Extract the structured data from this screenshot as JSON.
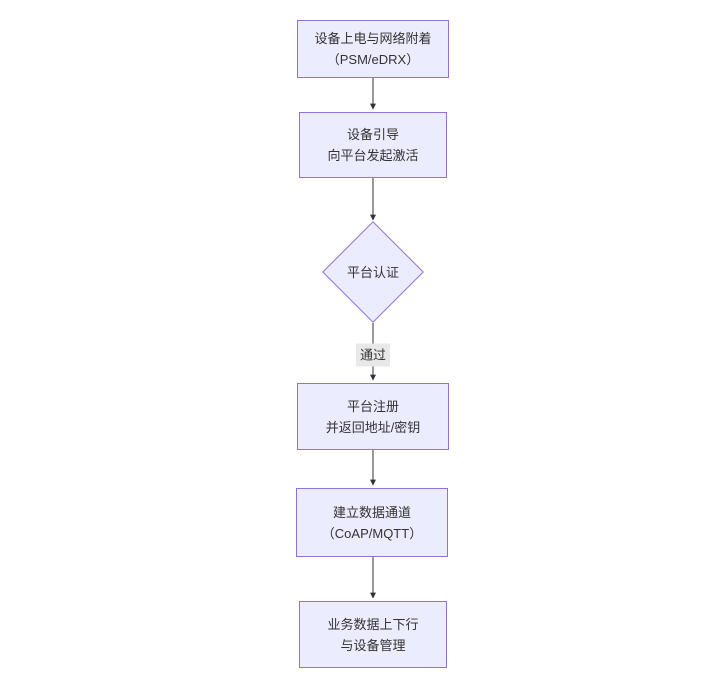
{
  "figure": {
    "type": "flowchart",
    "direction": "top-down",
    "description_visible_only": "vertical flow of 6 nodes connected by downward arrows"
  },
  "colors": {
    "node_fill": "#ECECFF",
    "node_border": "#9370DB",
    "text": "#333333",
    "arrow": "#333333",
    "edge_label_bg": "#e8e8e8",
    "background": "#ffffff"
  },
  "flowchart": {
    "nodes": [
      {
        "id": "A",
        "shape": "rect",
        "label": "设备上电与网络附着\n（PSM/eDRX）"
      },
      {
        "id": "B",
        "shape": "rect",
        "label": "设备引导\n向平台发起激活"
      },
      {
        "id": "C",
        "shape": "diamond",
        "label": "平台认证"
      },
      {
        "id": "D",
        "shape": "rect",
        "label": "平台注册\n并返回地址/密钥"
      },
      {
        "id": "E",
        "shape": "rect",
        "label": "建立数据通道\n（CoAP/MQTT）"
      },
      {
        "id": "F",
        "shape": "rect",
        "label": "业务数据上下行\n与设备管理"
      }
    ],
    "edges": [
      {
        "from": "A",
        "to": "B",
        "label": ""
      },
      {
        "from": "B",
        "to": "C",
        "label": ""
      },
      {
        "from": "C",
        "to": "D",
        "label": "通过"
      },
      {
        "from": "D",
        "to": "E",
        "label": ""
      },
      {
        "from": "E",
        "to": "F",
        "label": ""
      }
    ]
  }
}
